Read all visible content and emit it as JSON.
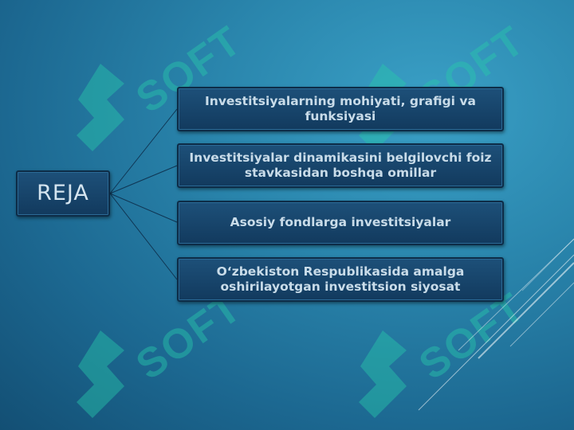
{
  "watermark": {
    "text": "SOFT",
    "color": "#28c8aa"
  },
  "diagram": {
    "root_label": "REJA",
    "items": [
      {
        "label": "Investitsiyalarning mohiyati, grafigi va funksiyasi"
      },
      {
        "label": "Investitsiyalar  dinamikasini belgilovchi foiz stavkasidan boshqa omillar"
      },
      {
        "label": "Asosiy fondlarga investitsiyalar"
      },
      {
        "label": "O‘zbekiston Respublikasida amalga oshirilayotgan  investitsion siyosat"
      }
    ]
  },
  "colors": {
    "node_fill": "#163f63",
    "node_text": "#c9dce9",
    "connector": "#0f3553"
  }
}
